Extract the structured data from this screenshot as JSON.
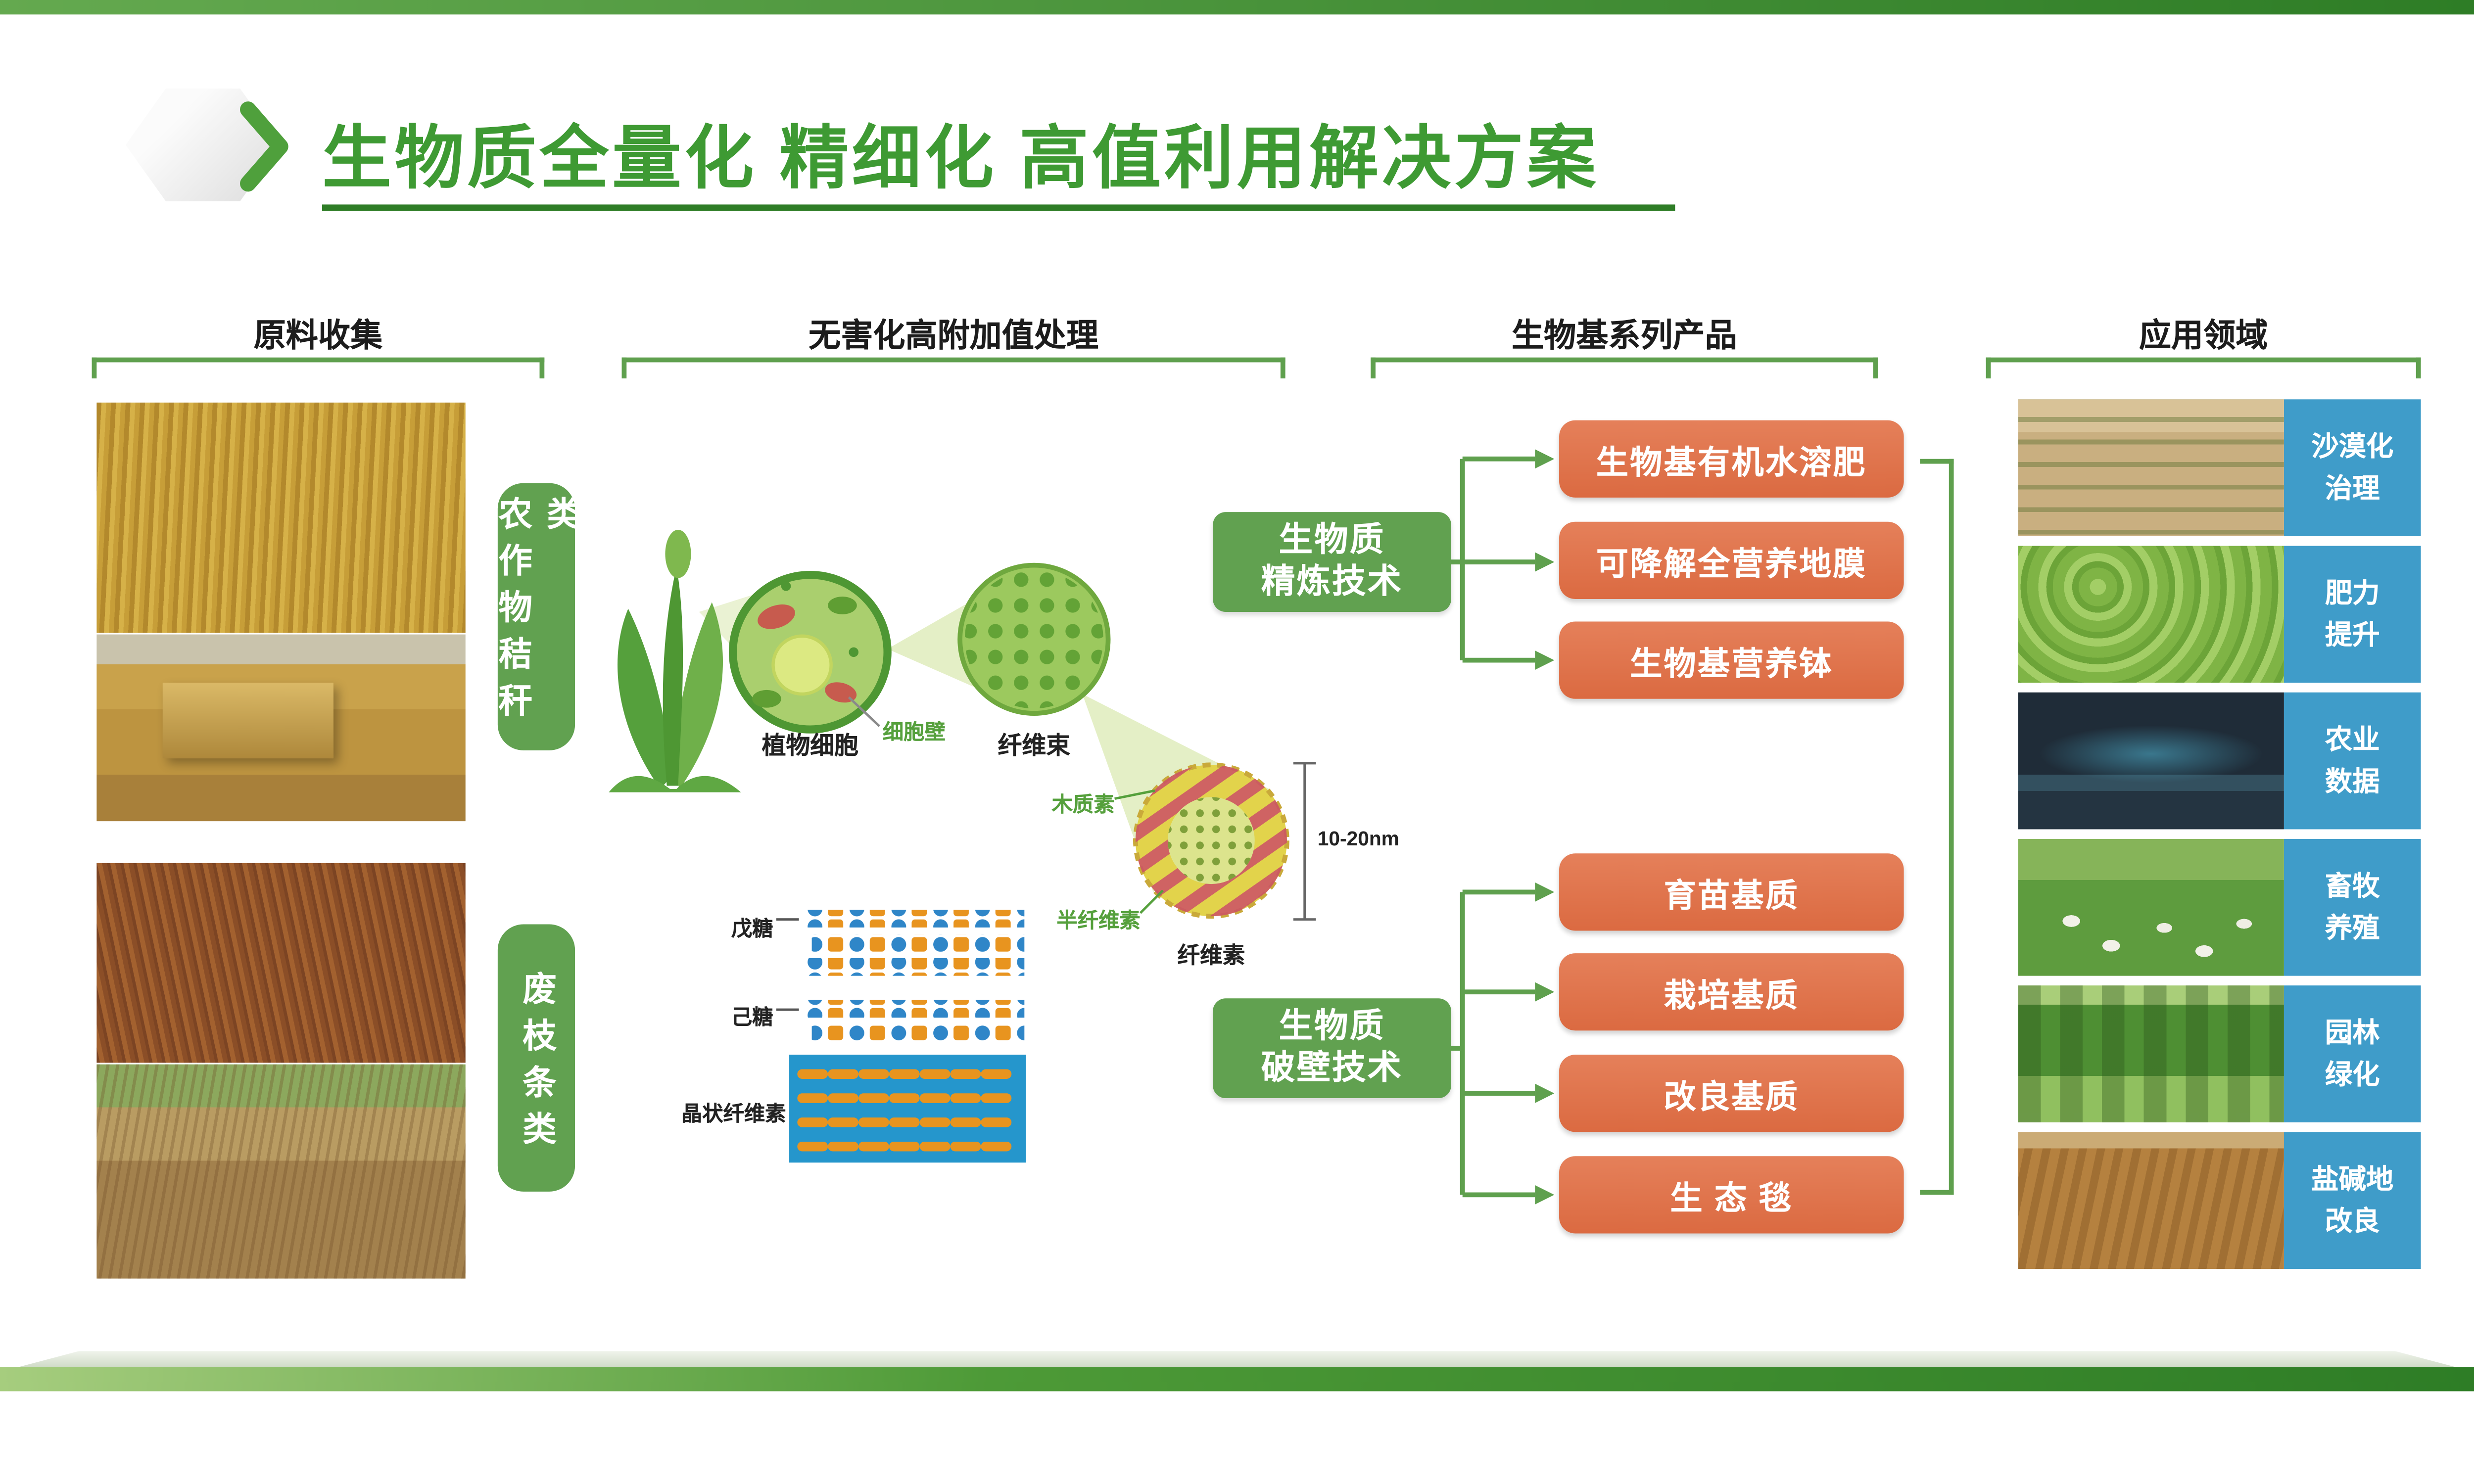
{
  "title": "生物质全量化 精细化 高值利用解决方案",
  "collection": {
    "header": "原料收集",
    "category1": "农作物秸秆类",
    "category2": "废枝条类",
    "images": [
      "corn-straw-field",
      "wheat-straw-bales",
      "pruned-red-branches",
      "orchard-waste-branches"
    ]
  },
  "processing": {
    "header": "无害化高附加值处理",
    "labels": {
      "plant_cell": "植物细胞",
      "cell_wall": "细胞壁",
      "fiber_bundle": "纤维束",
      "lignin": "木质素",
      "hemicellulose": "半纤维素",
      "cellulose": "纤维素",
      "scale": "10-20nm",
      "pentose": "戊糖",
      "hexose": "己糖",
      "crystalline_cellulose": "晶状纤维素"
    }
  },
  "products": {
    "header": "生物基系列产品",
    "group1": {
      "tech_line1": "生物质",
      "tech_line2": "精炼技术",
      "items": [
        "生物基有机水溶肥",
        "可降解全营养地膜",
        "生物基营养钵"
      ]
    },
    "group2": {
      "tech_line1": "生物质",
      "tech_line2": "破壁技术",
      "items": [
        "育苗基质",
        "栽培基质",
        "改良基质",
        "生 态 毯"
      ]
    }
  },
  "applications": {
    "header": "应用领域",
    "items": [
      {
        "line1": "沙漠化",
        "line2": "治理"
      },
      {
        "line1": "肥力",
        "line2": "提升"
      },
      {
        "line1": "农业",
        "line2": "数据"
      },
      {
        "line1": "畜牧",
        "line2": "养殖"
      },
      {
        "line1": "园林",
        "line2": "绿化"
      },
      {
        "line1": "盐碱地",
        "line2": "改良"
      }
    ]
  },
  "colors": {
    "green_primary": "#3E9A33",
    "green_box": "#61A150",
    "green_line": "#5FA04E",
    "orange_pill": "#E0714B",
    "blue_label": "#3F9CC9",
    "dark_green_bar": "#2E7D26"
  }
}
